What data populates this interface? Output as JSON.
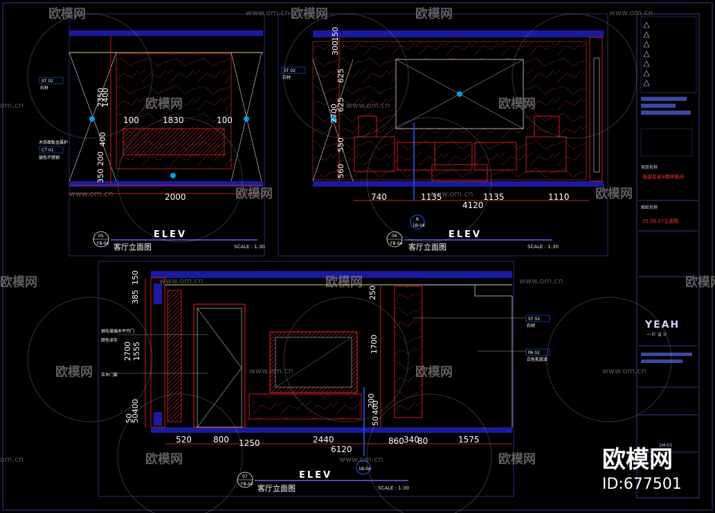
{
  "watermark": {
    "brand_cn": "欧模网",
    "site": "www.om.cn",
    "site_short": "om.cn",
    "id_label": "ID:677501"
  },
  "drawing_top_left": {
    "elev_label": "ELEV",
    "number": "05",
    "sheet": "FB-04",
    "title_cn": "客厅立面图",
    "scale": "SCALE : 1:30",
    "dims_h": [
      "100",
      "1830",
      "100",
      "2000"
    ],
    "dims_v": [
      "2350",
      "1400",
      "400",
      "200",
      "350"
    ],
    "note_tag": "ST 02",
    "note_label": "石材",
    "note2_tag": "CT 01",
    "note2_label_1": "木饰面板金属护",
    "note2_label_2": "银色不锈钢"
  },
  "drawing_top_right": {
    "elev_label": "ELEV",
    "number": "06",
    "sheet": "FB-04",
    "title_cn": "客厅立面图",
    "scale": "SCALE : 1:30",
    "dims_h": [
      "740",
      "1135",
      "1135",
      "1110",
      "4120"
    ],
    "dims_v": [
      "300",
      "150",
      "625",
      "2700",
      "625",
      "550",
      "560"
    ],
    "note_tag": "ST 02",
    "note_label": "石材",
    "marker_top": "B",
    "marker_bottom": "1B-04"
  },
  "drawing_bottom": {
    "elev_label": "ELEV",
    "number": "07",
    "sheet": "FB-04",
    "title_cn": "客厅立面图",
    "scale": "SCALE : 1:30",
    "dims_h": [
      "520",
      "800",
      "1250",
      "2440",
      "860",
      "340",
      "80",
      "1575",
      "6120"
    ],
    "dims_v": [
      "385",
      "150",
      "2700",
      "1555",
      "400",
      "50",
      "50",
      "250",
      "1700",
      "200",
      "400",
      "50"
    ],
    "note1_tag": "ST 02",
    "note1_label": "石材",
    "note2_tag": "PA 02",
    "note2_label": "白色乳胶漆",
    "left_note_1": "钢化玻璃木平开门",
    "left_note_2": "颜色深灰",
    "left_note_3": "实木门套",
    "marker_bottom": "1B-04"
  },
  "title_block": {
    "logo": "YEAH",
    "logo_sub": "一 吖 设 计",
    "project_label": "项目名称",
    "project_value": "香缇名邸4楼样板间",
    "drawing_label": "图纸名称",
    "drawing_value": "05.06.07立面图",
    "revision_marks": [
      "1",
      "2",
      "3",
      "4",
      "5",
      "6",
      "7"
    ],
    "sheet_no": "1M-03"
  },
  "colors": {
    "background": "#000000",
    "outline_blue": "#2020a0",
    "frame": "#3a3a8a",
    "dim_line": "#cc2020",
    "wall": "#d01818",
    "stone": "#7a1a1a",
    "accent_cyan": "#00a0e0",
    "title_block_text": "#ff3030",
    "yellow_line": "#d8d880"
  }
}
